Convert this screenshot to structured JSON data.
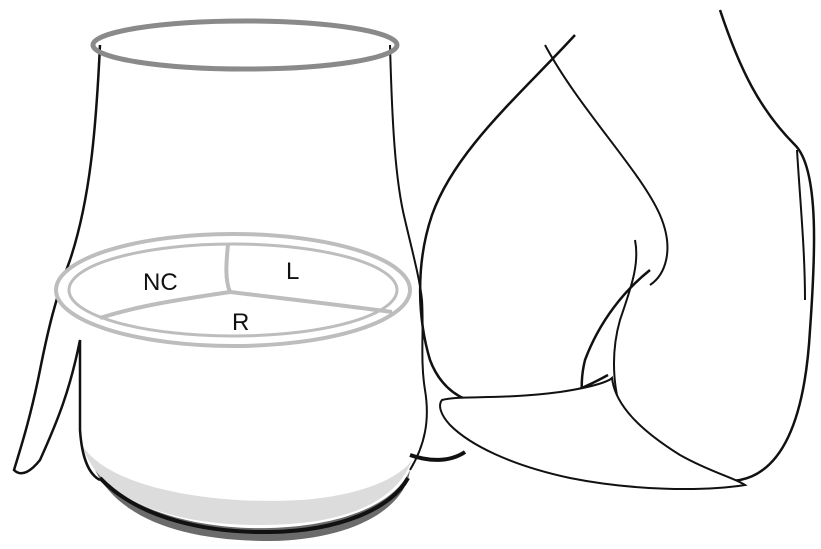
{
  "labels": {
    "non_coronary": "NC",
    "left": "L",
    "right": "R"
  },
  "colors": {
    "outline": "#111111",
    "aortic_rim": "#8a8a8a",
    "valve_ring": "#bdbdbd",
    "base_shadow_light": "#dcdcdc",
    "base_shadow_dark": "#6b6b6b"
  }
}
